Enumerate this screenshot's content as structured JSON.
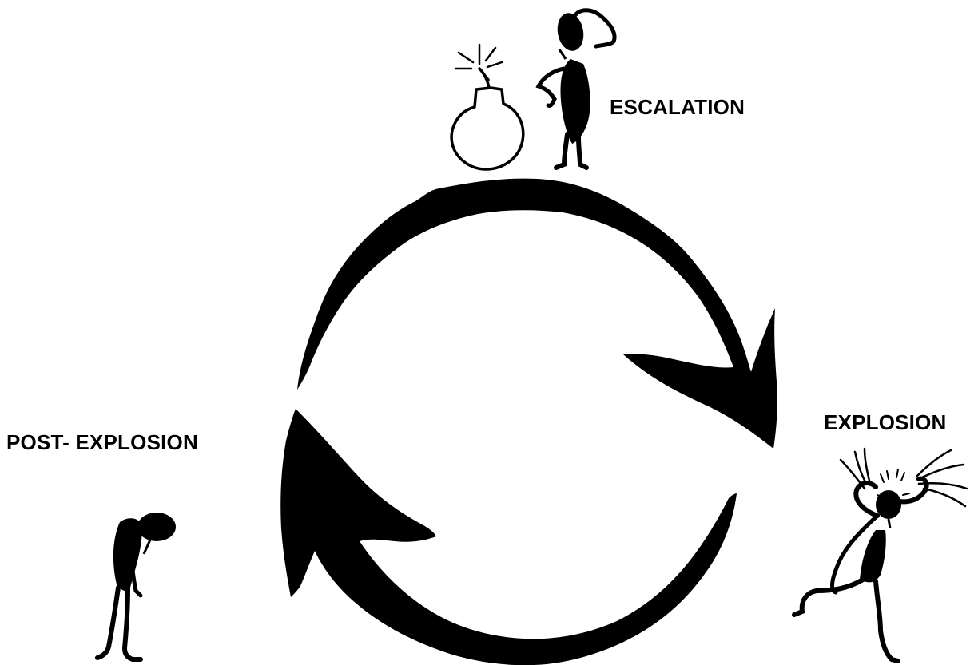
{
  "labels": {
    "escalation": "ESCALATION",
    "explosion": "EXPLOSION",
    "post_explosion": "POST- EXPLOSION"
  },
  "colors": {
    "ink": "#000000",
    "background": "#ffffff"
  },
  "icons": [
    "cycle-arrow-icon",
    "bomb-icon",
    "thinking-figure-icon",
    "exploding-figure-icon",
    "slumped-figure-icon"
  ]
}
